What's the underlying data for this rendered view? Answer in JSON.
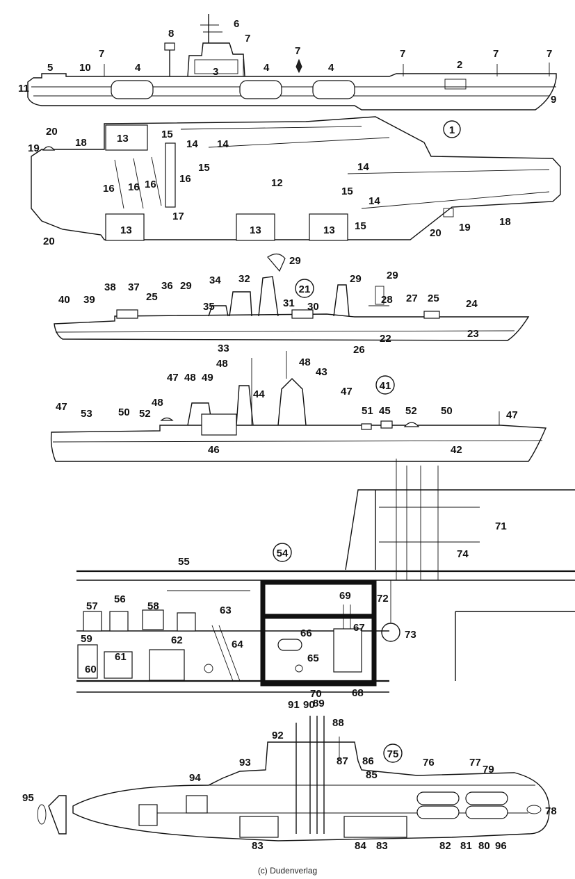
{
  "copyright": "(c) Dudenverlag",
  "section_markers": [
    "1",
    "21",
    "41",
    "54",
    "75"
  ],
  "labels": {
    "carrier_side": [
      "1",
      "2",
      "3",
      "4",
      "4",
      "4",
      "5",
      "6",
      "7",
      "7",
      "7",
      "7",
      "7",
      "7",
      "8",
      "9",
      "10",
      "11"
    ],
    "carrier_deck": [
      "12",
      "13",
      "13",
      "13",
      "13",
      "14",
      "14",
      "14",
      "14",
      "15",
      "15",
      "15",
      "15",
      "16",
      "16",
      "16",
      "16",
      "17",
      "18",
      "18",
      "19",
      "19",
      "20",
      "20",
      "20"
    ],
    "cruiser": [
      "22",
      "23",
      "24",
      "25",
      "25",
      "26",
      "27",
      "28",
      "29",
      "29",
      "29",
      "29",
      "30",
      "31",
      "32",
      "33",
      "34",
      "35",
      "36",
      "37",
      "38",
      "39",
      "40"
    ],
    "destroyer": [
      "42",
      "43",
      "44",
      "45",
      "46",
      "47",
      "47",
      "47",
      "47",
      "48",
      "48",
      "48",
      "48",
      "49",
      "50",
      "50",
      "51",
      "52",
      "52",
      "53"
    ],
    "reactor": [
      "55",
      "56",
      "57",
      "58",
      "59",
      "60",
      "61",
      "62",
      "63",
      "64",
      "65",
      "66",
      "67",
      "68",
      "69",
      "70",
      "71",
      "72",
      "73",
      "74"
    ],
    "submarine": [
      "76",
      "77",
      "78",
      "79",
      "80",
      "81",
      "82",
      "83",
      "83",
      "84",
      "85",
      "86",
      "87",
      "88",
      "89",
      "90",
      "91",
      "92",
      "93",
      "94",
      "95",
      "96"
    ]
  }
}
